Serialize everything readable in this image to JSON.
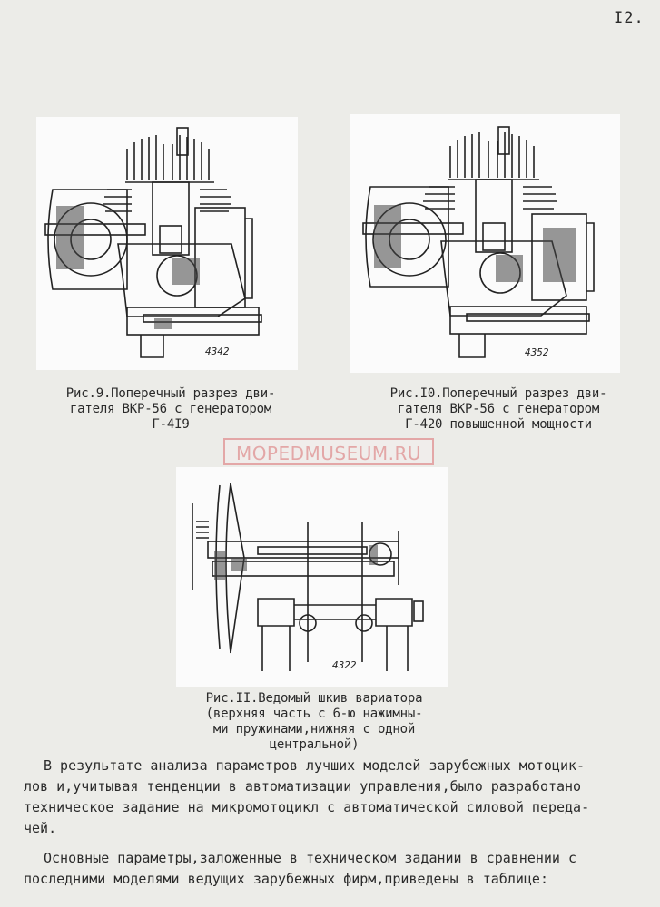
{
  "page_number": "I2.",
  "watermark": "MOPEDMUSEUM.RU",
  "figures": [
    {
      "id": "fig9",
      "photo_number": "4342",
      "caption_lines": [
        "Рис.9.Поперечный разрез дви-",
        "гателя ВКР-56 с генератором",
        "Г-4I9"
      ]
    },
    {
      "id": "fig10",
      "photo_number": "4352",
      "caption_lines": [
        "Рис.I0.Поперечный разрез дви-",
        "гателя ВКР-56 с генератором",
        "Г-420 повышенной мощности"
      ]
    },
    {
      "id": "fig11",
      "photo_number": "4322",
      "caption_lines": [
        "Рис.II.Ведомый шкив вариатора",
        "(верхняя часть с 6-ю нажимны-",
        "ми пружинами,нижняя с одной",
        "центральной)"
      ]
    }
  ],
  "paragraphs": [
    {
      "lines": [
        "В результате анализа параметров лучших моделей зарубежных мотоцик-",
        "лов и,учитывая тенденции в автоматизации управления,было разработано",
        "техническое задание на микромотоцикл с автоматической силовой переда-",
        "чей."
      ]
    },
    {
      "lines": [
        "Основные параметры,заложенные в техническом задании в сравнении с",
        "последними моделями ведущих зарубежных фирм,приведены в таблице:"
      ]
    }
  ]
}
